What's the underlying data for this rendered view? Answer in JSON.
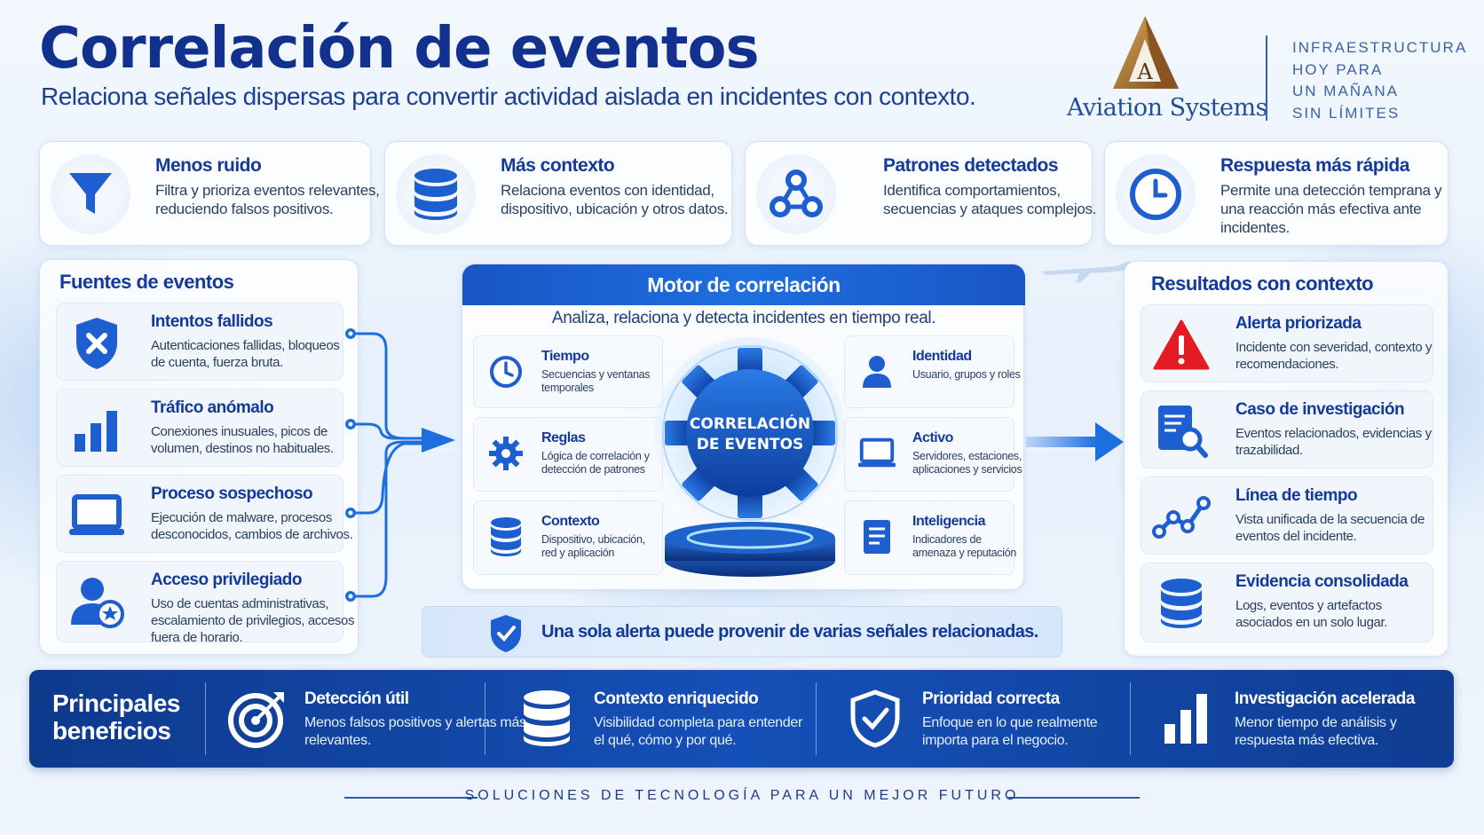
{
  "header": {
    "title": "Correlación de eventos",
    "subtitle": "Relaciona señales dispersas para convertir actividad aislada en incidentes con contexto."
  },
  "logo": {
    "name": "Aviation Systems",
    "mark": "A",
    "tagline": [
      "INFRAESTRUCTURA",
      "HOY PARA",
      "UN MAÑANA",
      "SIN LÍMITES"
    ]
  },
  "features": [
    {
      "title": "Menos ruido",
      "text": "Filtra y prioriza eventos relevantes, reduciendo falsos positivos.",
      "icon": "funnel-icon"
    },
    {
      "title": "Más contexto",
      "text": "Relaciona eventos con identidad, dispositivo, ubicación y otros datos.",
      "icon": "database-icon"
    },
    {
      "title": "Patrones detectados",
      "text": "Identifica comportamientos, secuencias y ataques complejos.",
      "icon": "network-icon"
    },
    {
      "title": "Respuesta más rápida",
      "text": "Permite una detección temprana y una reacción más efectiva ante incidentes.",
      "icon": "clock-icon"
    }
  ],
  "sources": {
    "title": "Fuentes de eventos",
    "items": [
      {
        "title": "Intentos fallidos",
        "text": "Autenticaciones fallidas, bloqueos de cuenta, fuerza bruta.",
        "icon": "shield-x-icon"
      },
      {
        "title": "Tráfico anómalo",
        "text": "Conexiones inusuales, picos de volumen, destinos no habituales.",
        "icon": "bar-chart-icon"
      },
      {
        "title": "Proceso sospechoso",
        "text": "Ejecución de malware, procesos desconocidos, cambios de archivos.",
        "icon": "laptop-icon"
      },
      {
        "title": "Acceso privilegiado",
        "text": "Uso de cuentas administrativas, escalamiento de privilegios, accesos fuera de horario.",
        "icon": "admin-user-icon"
      }
    ]
  },
  "engine": {
    "title": "Motor de correlación",
    "subtitle": "Analiza, relaciona y detecta incidentes en tiempo real.",
    "core_line1": "CORRELACIÓN",
    "core_line2": "DE EVENTOS",
    "left": [
      {
        "title": "Tiempo",
        "text": "Secuencias y ventanas temporales",
        "icon": "timer-icon"
      },
      {
        "title": "Reglas",
        "text": "Lógica de correlación y detección de patrones",
        "icon": "gear-icon"
      },
      {
        "title": "Contexto",
        "text": "Dispositivo, ubicación, red y aplicación",
        "icon": "database-icon"
      }
    ],
    "right": [
      {
        "title": "Identidad",
        "text": "Usuario, grupos y roles",
        "icon": "user-icon"
      },
      {
        "title": "Activo",
        "text": "Servidores, estaciones, aplicaciones y servicios",
        "icon": "monitor-icon"
      },
      {
        "title": "Inteligencia",
        "text": "Indicadores de amenaza y reputación",
        "icon": "document-icon"
      }
    ],
    "note": "Una sola alerta puede provenir de varias señales relacionadas."
  },
  "results": {
    "title": "Resultados con contexto",
    "items": [
      {
        "title": "Alerta priorizada",
        "text": "Incidente con severidad, contexto y recomendaciones.",
        "icon": "warning-icon"
      },
      {
        "title": "Caso de investigación",
        "text": "Eventos relacionados, evidencias y trazabilidad.",
        "icon": "case-search-icon"
      },
      {
        "title": "Línea de tiempo",
        "text": "Vista unificada de la secuencia de eventos del incidente.",
        "icon": "timeline-icon"
      },
      {
        "title": "Evidencia consolidada",
        "text": "Logs, eventos y artefactos asociados en un solo lugar.",
        "icon": "database-icon"
      }
    ]
  },
  "benefits": {
    "title_line1": "Principales",
    "title_line2": "beneficios",
    "items": [
      {
        "title": "Detección útil",
        "text": "Menos falsos positivos y alertas más relevantes.",
        "icon": "target-icon"
      },
      {
        "title": "Contexto enriquecido",
        "text": "Visibilidad completa para entender el qué, cómo y por qué.",
        "icon": "database-icon"
      },
      {
        "title": "Prioridad correcta",
        "text": "Enfoque en lo que realmente importa para el negocio.",
        "icon": "shield-check-icon"
      },
      {
        "title": "Investigación acelerada",
        "text": "Menor tiempo de análisis y respuesta más efectiva.",
        "icon": "bar-chart-icon"
      }
    ]
  },
  "footer": "SOLUCIONES DE TECNOLOGÍA PARA UN MEJOR FUTURO",
  "colors": {
    "primary": "#133a9a",
    "accent": "#1d6fe0",
    "banner": "#1550b8",
    "alert": "#e31b23"
  }
}
